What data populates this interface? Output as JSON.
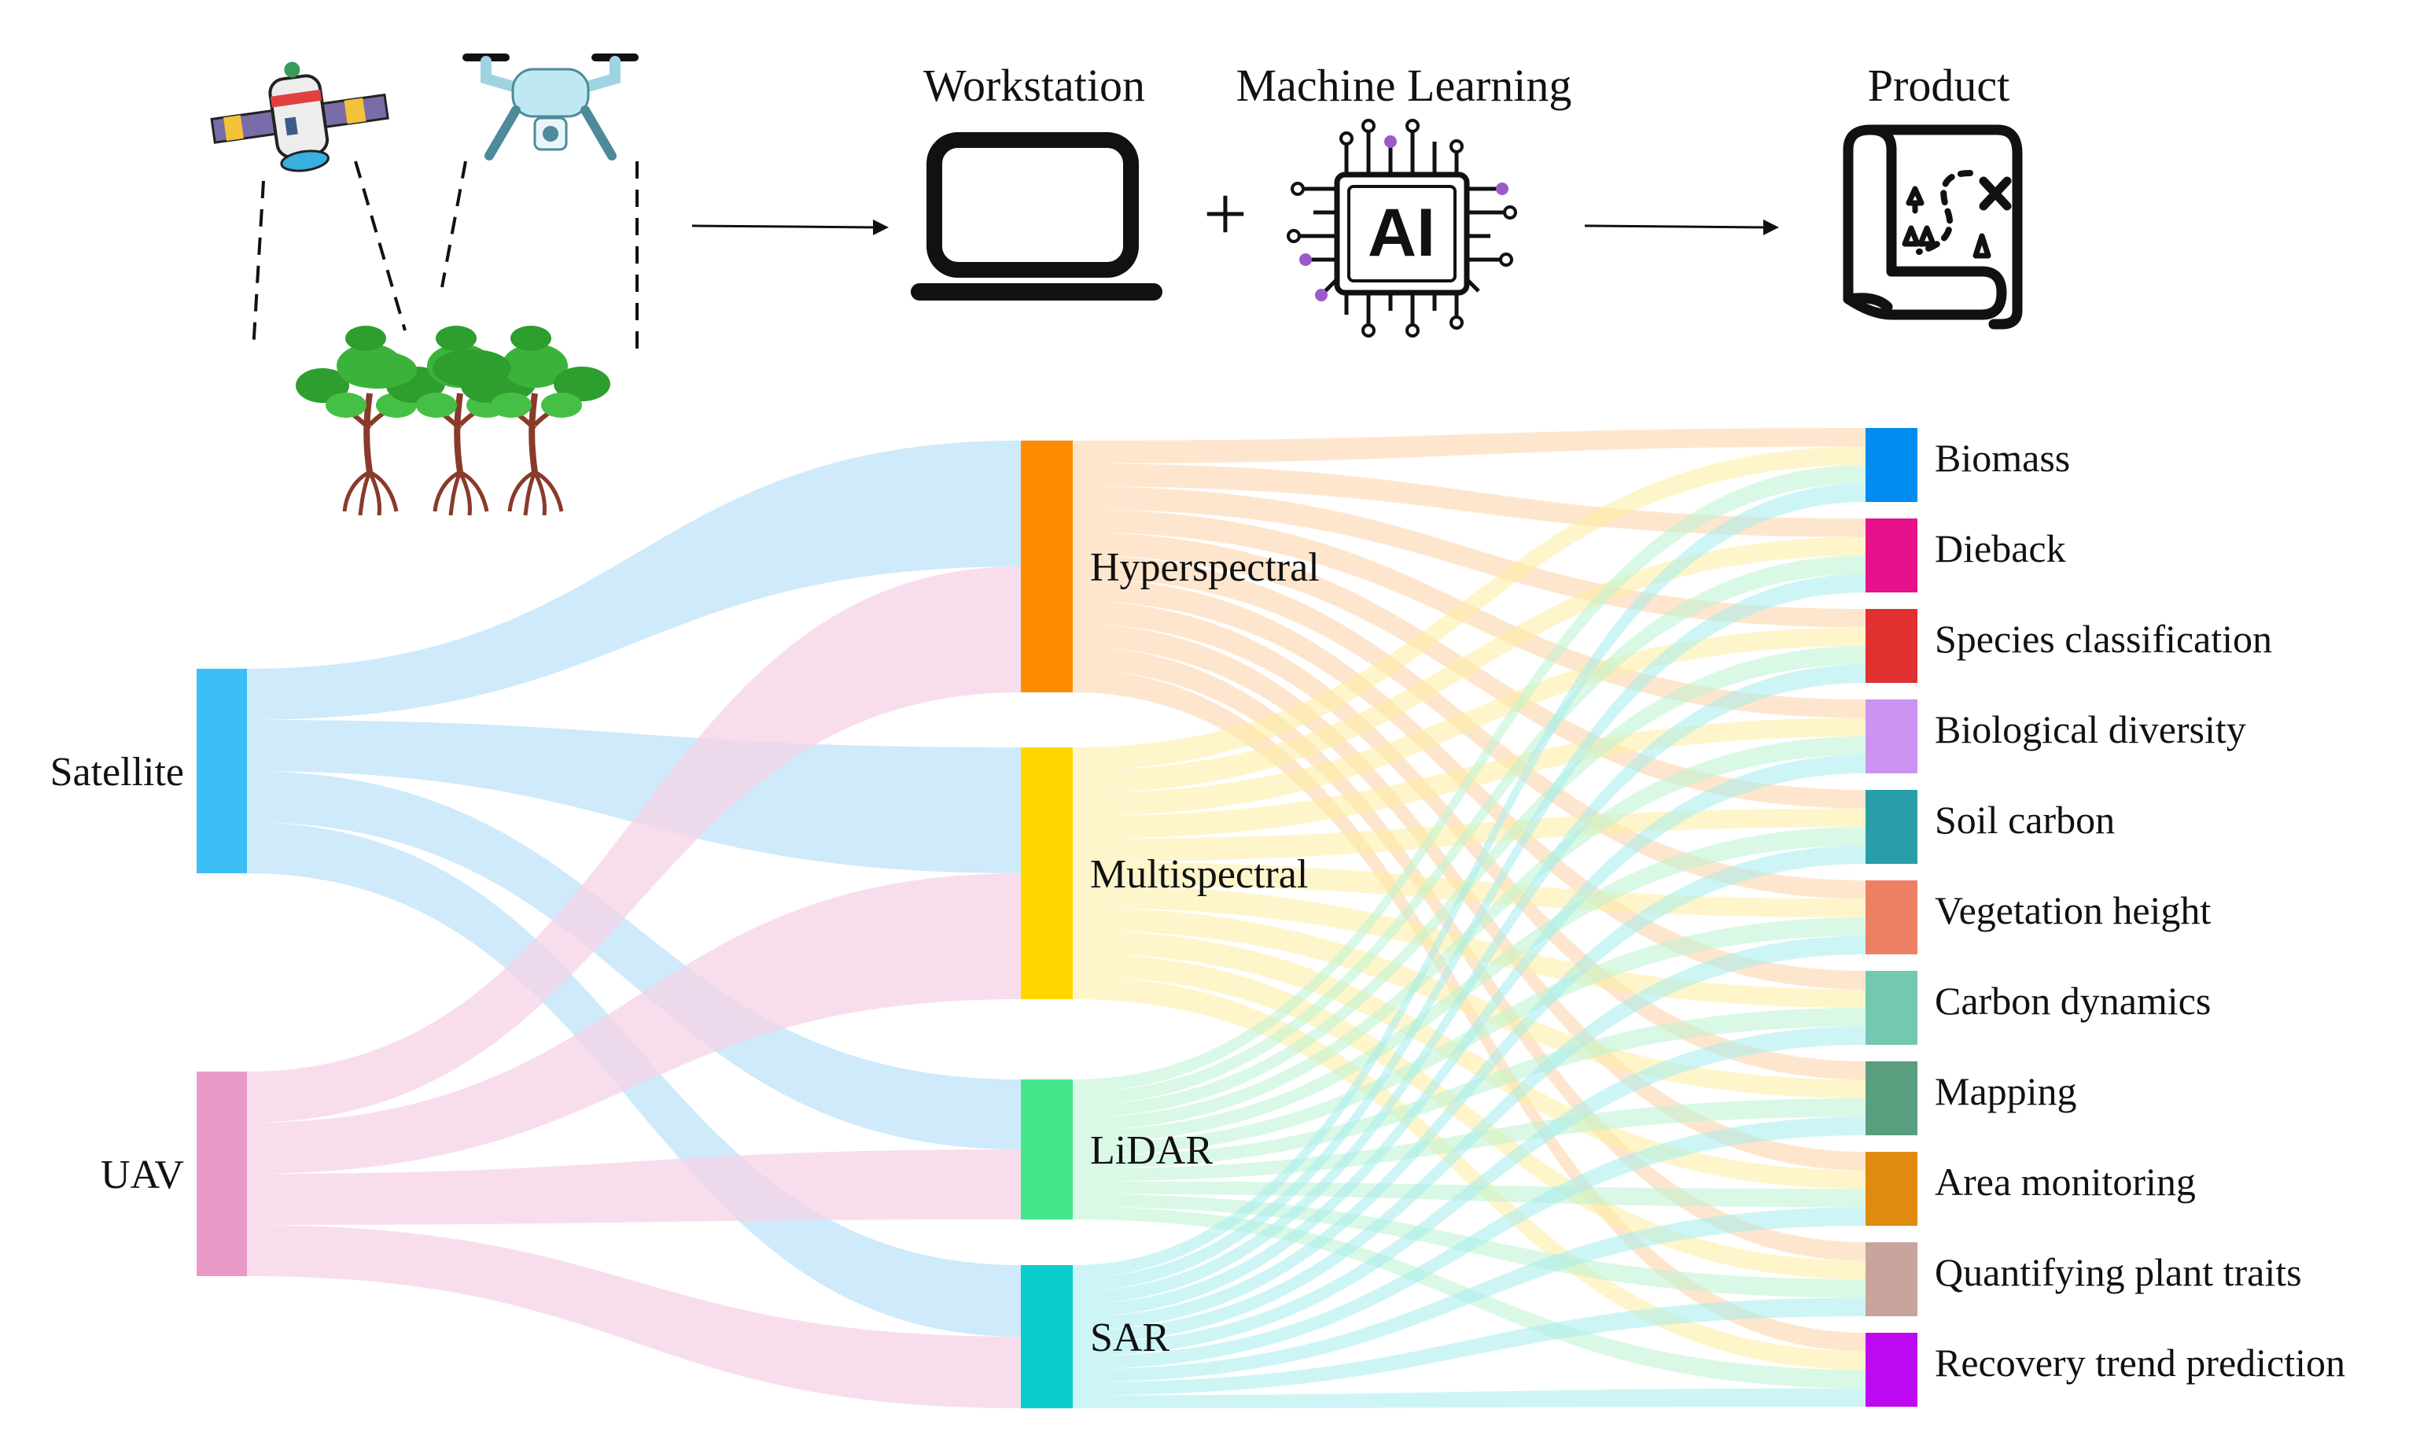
{
  "header": {
    "workstation_label": "Workstation",
    "ml_label": "Machine Learning",
    "product_label": "Product",
    "plus_symbol": "+",
    "ai_chip_text": "AI",
    "icons": [
      "satellite-icon",
      "drone-icon",
      "mangrove-trees-icon",
      "laptop-icon",
      "ai-chip-icon",
      "treasure-map-icon"
    ]
  },
  "platforms": [
    {
      "id": "satellite",
      "label": "Satellite",
      "color": "#3DBEF5",
      "flow_color": "#BFE3FA"
    },
    {
      "id": "uav",
      "label": "UAV",
      "color": "#E99AC7",
      "flow_color": "#F6D3E5"
    }
  ],
  "sensors": [
    {
      "id": "hyperspectral",
      "label": "Hyperspectral",
      "color": "#FF8C00",
      "flow_color": "#FDD2A6"
    },
    {
      "id": "multispectral",
      "label": "Multispectral",
      "color": "#FFD700",
      "flow_color": "#FDECA0"
    },
    {
      "id": "lidar",
      "label": "LiDAR",
      "color": "#45E68A",
      "flow_color": "#BCF2D2"
    },
    {
      "id": "sar",
      "label": "SAR",
      "color": "#0ACDCD",
      "flow_color": "#A6ECEC"
    }
  ],
  "applications": [
    {
      "id": "biomass",
      "label": "Biomass",
      "color": "#008CF0"
    },
    {
      "id": "dieback",
      "label": "Dieback",
      "color": "#E5128C"
    },
    {
      "id": "species",
      "label": "Species classification",
      "color": "#E03030"
    },
    {
      "id": "biodiversity",
      "label": "Biological diversity",
      "color": "#CC94F0"
    },
    {
      "id": "soil-carbon",
      "label": "Soil carbon",
      "color": "#2A9EA8"
    },
    {
      "id": "veg-height",
      "label": "Vegetation height",
      "color": "#EC8064"
    },
    {
      "id": "carbon-dyn",
      "label": "Carbon dynamics",
      "color": "#72C8B0"
    },
    {
      "id": "mapping",
      "label": "Mapping",
      "color": "#5A9E80"
    },
    {
      "id": "area-mon",
      "label": "Area monitoring",
      "color": "#E08A10"
    },
    {
      "id": "plant-traits",
      "label": "Quantifying plant traits",
      "color": "#C8A49C"
    },
    {
      "id": "recovery",
      "label": "Recovery trend prediction",
      "color": "#BE0AF0"
    }
  ],
  "platform_sensor_links": [
    {
      "from": "satellite",
      "to": "hyperspectral",
      "value": 1
    },
    {
      "from": "satellite",
      "to": "multispectral",
      "value": 1
    },
    {
      "from": "satellite",
      "to": "lidar",
      "value": 1
    },
    {
      "from": "satellite",
      "to": "sar",
      "value": 1
    },
    {
      "from": "uav",
      "to": "hyperspectral",
      "value": 1
    },
    {
      "from": "uav",
      "to": "multispectral",
      "value": 1
    },
    {
      "from": "uav",
      "to": "lidar",
      "value": 1
    },
    {
      "from": "uav",
      "to": "sar",
      "value": 1
    }
  ],
  "sensor_application_links": "all-to-all"
}
